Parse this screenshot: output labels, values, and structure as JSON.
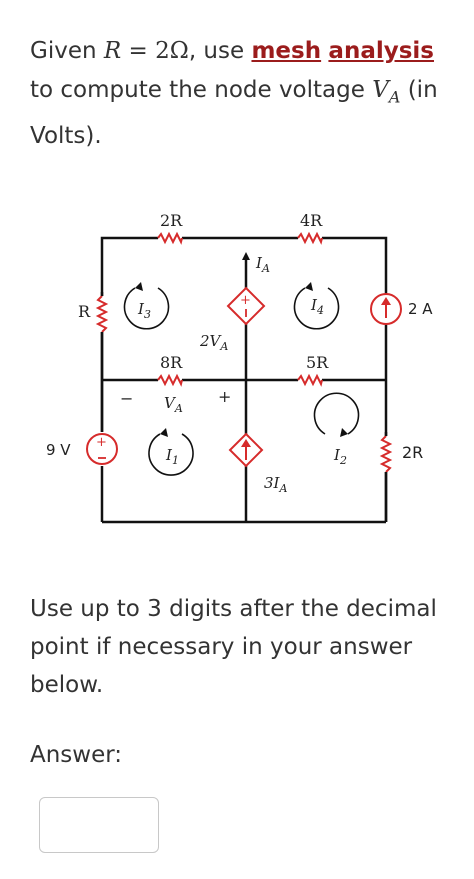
{
  "question": {
    "given": "Given",
    "r_symbol": "R",
    "r_value": " = 2Ω",
    "use": ", use",
    "link_mesh": "mesh",
    "link_analysis": "analysis",
    "rest1": " to compute the node voltage",
    "va_symbol": "V",
    "va_sub": "A",
    "rest2": " (in Volts)."
  },
  "circuit": {
    "top_left_resistor": "2R",
    "top_right_resistor": "4R",
    "left_resistor": "R",
    "mid_left_resistor": "8R",
    "mid_right_resistor": "5R",
    "right_resistor": "2R",
    "voltage_source": "9 V",
    "current_source": "2 A",
    "dep_voltage_source": "2V",
    "dep_voltage_source_sub": "A",
    "dep_current_source": "3I",
    "dep_current_source_sub": "A",
    "ia_label": "I",
    "ia_sub": "A",
    "va_label": "V",
    "va_sub": "A",
    "va_minus": "−",
    "va_plus": "+",
    "mesh1": "I",
    "mesh1_sub": "1",
    "mesh2": "I",
    "mesh2_sub": "2",
    "mesh3": "I",
    "mesh3_sub": "3",
    "mesh4": "I",
    "mesh4_sub": "4"
  },
  "instruction": "Use up to 3 digits after the decimal point if necessary in your answer below.",
  "answer": {
    "label": "Answer:",
    "value": ""
  },
  "colors": {
    "link": "#9b1c1c",
    "source": "#d62b2b",
    "wire": "#111111"
  }
}
